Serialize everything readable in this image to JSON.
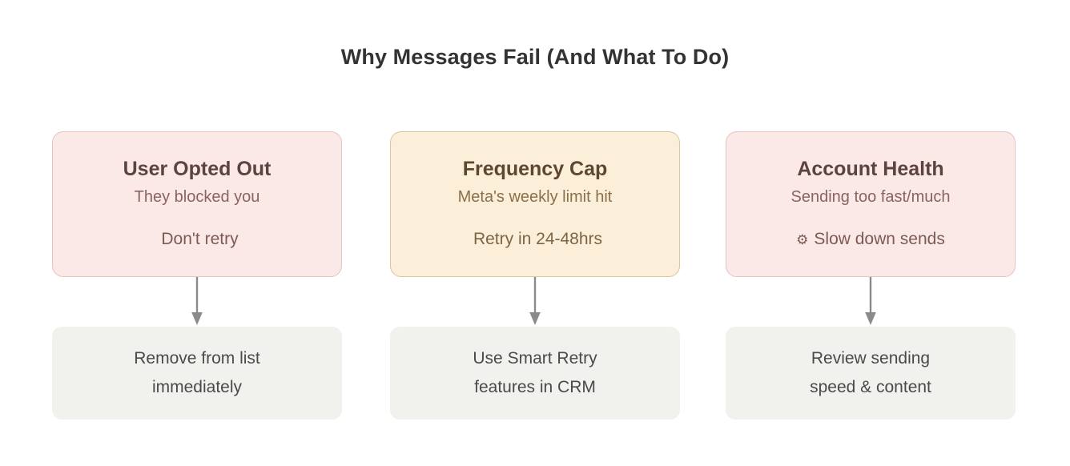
{
  "title": "Why Messages Fail (And What To Do)",
  "colors": {
    "background": "#ffffff",
    "title_text": "#333333",
    "pink_card_bg": "#fbe9e7",
    "pink_card_border": "#e4c3c1",
    "amber_card_bg": "#fcefd9",
    "amber_card_border": "#dcc49c",
    "action_box_bg": "#f1f1ed",
    "action_box_text": "#4a4a4a",
    "arrow": "#8a8a8a"
  },
  "columns": [
    {
      "card": {
        "title": "User Opted Out",
        "subtitle": "They blocked you",
        "action": "Don't retry",
        "icon": "",
        "theme": "pink"
      },
      "action_box": {
        "line1": "Remove from list",
        "line2": "immediately"
      }
    },
    {
      "card": {
        "title": "Frequency Cap",
        "subtitle": "Meta's weekly limit hit",
        "action": "Retry in 24-48hrs",
        "icon": "",
        "theme": "amber"
      },
      "action_box": {
        "line1": "Use Smart Retry",
        "line2": "features in CRM"
      }
    },
    {
      "card": {
        "title": "Account Health",
        "subtitle": "Sending too fast/much",
        "action": "Slow down sends",
        "icon": "⚙",
        "theme": "pink"
      },
      "action_box": {
        "line1": "Review sending",
        "line2": "speed & content"
      }
    }
  ]
}
